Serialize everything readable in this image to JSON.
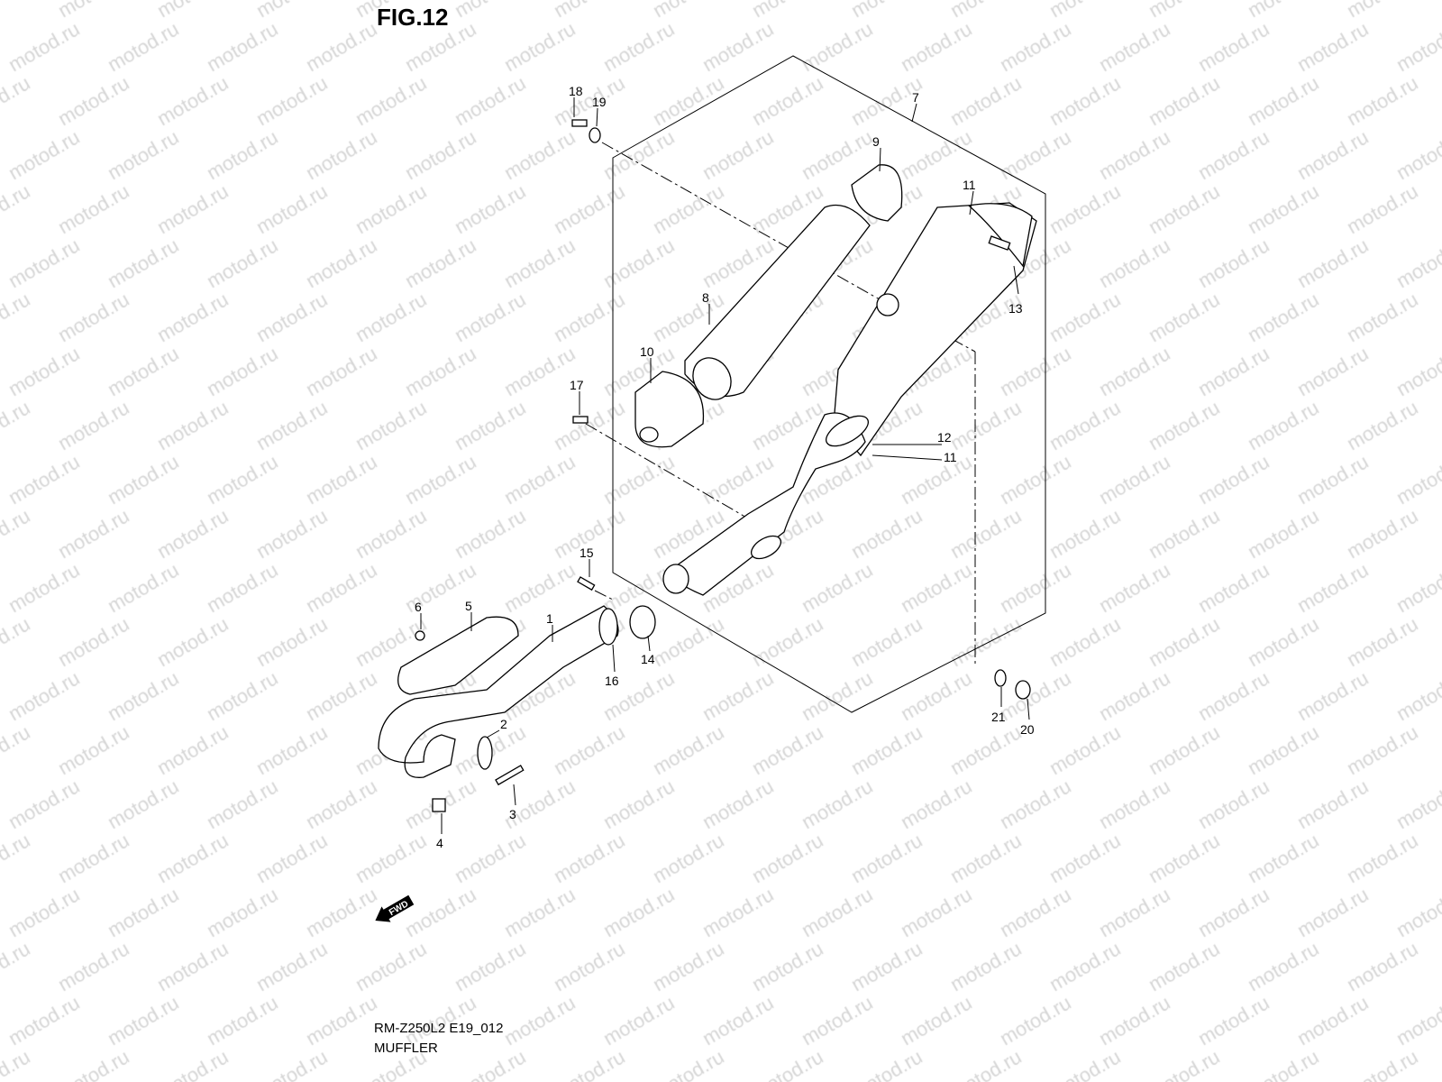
{
  "figure": {
    "title": "FIG.12",
    "model_code": "RM-Z250L2 E19_012",
    "name": "MUFFLER",
    "direction_marker": "FWD",
    "watermark": "motod.ru"
  },
  "callouts": [
    {
      "id": "c18",
      "label": "18"
    },
    {
      "id": "c19",
      "label": "19"
    },
    {
      "id": "c7",
      "label": "7"
    },
    {
      "id": "c9",
      "label": "9"
    },
    {
      "id": "c11a",
      "label": "11"
    },
    {
      "id": "c13",
      "label": "13"
    },
    {
      "id": "c8",
      "label": "8"
    },
    {
      "id": "c10",
      "label": "10"
    },
    {
      "id": "c17",
      "label": "17"
    },
    {
      "id": "c12",
      "label": "12"
    },
    {
      "id": "c11b",
      "label": "11"
    },
    {
      "id": "c15",
      "label": "15"
    },
    {
      "id": "c6",
      "label": "6"
    },
    {
      "id": "c5",
      "label": "5"
    },
    {
      "id": "c1",
      "label": "1"
    },
    {
      "id": "c2",
      "label": "2"
    },
    {
      "id": "c14",
      "label": "14"
    },
    {
      "id": "c16",
      "label": "16"
    },
    {
      "id": "c21",
      "label": "21"
    },
    {
      "id": "c20",
      "label": "20"
    },
    {
      "id": "c3",
      "label": "3"
    },
    {
      "id": "c4",
      "label": "4"
    }
  ]
}
